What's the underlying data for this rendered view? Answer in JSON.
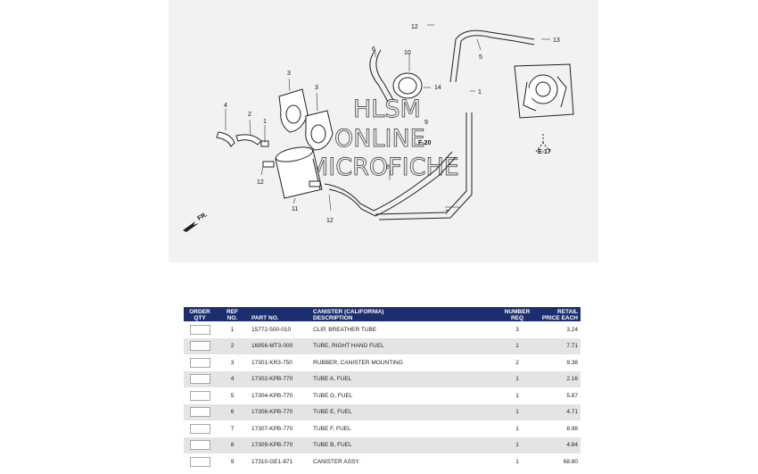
{
  "diagram": {
    "watermark": [
      "HLSM",
      "ONLINE",
      "MICROFICHE"
    ],
    "callouts": [
      "1",
      "1",
      "2",
      "3",
      "3",
      "4",
      "5",
      "6",
      "7",
      "8",
      "9",
      "10",
      "11",
      "12",
      "12",
      "12",
      "13",
      "14"
    ],
    "refs": [
      "F-20",
      "E-17"
    ],
    "direction": "FR."
  },
  "table": {
    "headers": {
      "qty": "QTY",
      "ref": "NO.",
      "part": "PART NO.",
      "desc": "DESCRIPTION",
      "req": "REQ",
      "price": "PRICE EACH",
      "qty_top": "ORDER",
      "ref_top": "REF",
      "desc_top": "CANISTER (CALIFORNIA)",
      "req_top": "NUMBER",
      "price_top": "RETAIL"
    },
    "rows": [
      {
        "ref": "1",
        "part": "15772-500-010",
        "desc": "CLIP, BREATHER TUBE",
        "req": "3",
        "price": "3.24"
      },
      {
        "ref": "2",
        "part": "16956-MT3-000",
        "desc": "TUBE, RIGHT HAND FUEL",
        "req": "1",
        "price": "7.71"
      },
      {
        "ref": "3",
        "part": "17301-KR3-750",
        "desc": "RUBBER, CANISTER MOUNTING",
        "req": "2",
        "price": "9.38"
      },
      {
        "ref": "4",
        "part": "17302-KPB-770",
        "desc": "TUBE A, FUEL",
        "req": "1",
        "price": "2.16"
      },
      {
        "ref": "5",
        "part": "17304-KPB-770",
        "desc": "TUBE G, FUEL",
        "req": "1",
        "price": "5.87"
      },
      {
        "ref": "6",
        "part": "17306-KPB-770",
        "desc": "TUBE E, FUEL",
        "req": "1",
        "price": "4.71"
      },
      {
        "ref": "7",
        "part": "17307-KPB-770",
        "desc": "TUBE F, FUEL",
        "req": "1",
        "price": "8.98"
      },
      {
        "ref": "8",
        "part": "17309-KPB-770",
        "desc": "TUBE B, FUEL",
        "req": "1",
        "price": "4.84"
      },
      {
        "ref": "9",
        "part": "17310-GE1-871",
        "desc": "CANISTER ASSY.",
        "req": "1",
        "price": "68.80"
      }
    ]
  }
}
